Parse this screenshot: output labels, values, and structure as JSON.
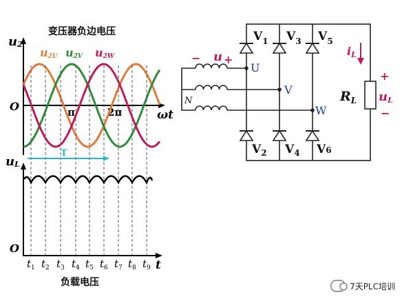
{
  "waveform": {
    "title": "变压器负边电压",
    "u2_label": "u",
    "u2_sub": "2",
    "phase_labels": [
      {
        "text": "u",
        "sub": "2U",
        "color": "#e07a3a"
      },
      {
        "text": "u",
        "sub": "2V",
        "color": "#2e8b3a"
      },
      {
        "text": "u",
        "sub": "2W",
        "color": "#c2185b"
      }
    ],
    "origin": "O",
    "pi": "π",
    "two_pi": "2π",
    "omega_t": "ωt",
    "period": "T",
    "uL_label": "u",
    "uL_sub": "L",
    "origin2": "O",
    "t_axis": "t",
    "ticks": [
      "1",
      "2",
      "3",
      "4",
      "5",
      "6",
      "7",
      "8",
      "9"
    ],
    "tick_prefix": "t",
    "caption": "负载电压"
  },
  "circuit": {
    "source_minus": "−",
    "source_u": "u",
    "source_plus": "+",
    "node_U": "U",
    "node_V": "V",
    "node_W": "W",
    "node_N": "N",
    "diodes_top": [
      {
        "name": "V",
        "sub": "1"
      },
      {
        "name": "V",
        "sub": "3"
      },
      {
        "name": "V",
        "sub": "5"
      }
    ],
    "diodes_bottom": [
      {
        "name": "V",
        "sub": "2"
      },
      {
        "name": "V",
        "sub": "4"
      },
      {
        "name": "V",
        "sub": "6"
      }
    ],
    "load": "R",
    "load_sub": "L",
    "current": "i",
    "current_sub": "L",
    "out_plus": "+",
    "out_u": "u",
    "out_sub": "L",
    "out_minus": "−"
  },
  "watermark": {
    "text": "7天PLC培训",
    "icon": "wechat-icon"
  },
  "colors": {
    "phase_U": "#e07a3a",
    "phase_V": "#2e8b3a",
    "phase_W": "#c2185b",
    "period_bar": "#29b6c6",
    "node_label": "#1e3a8a"
  }
}
